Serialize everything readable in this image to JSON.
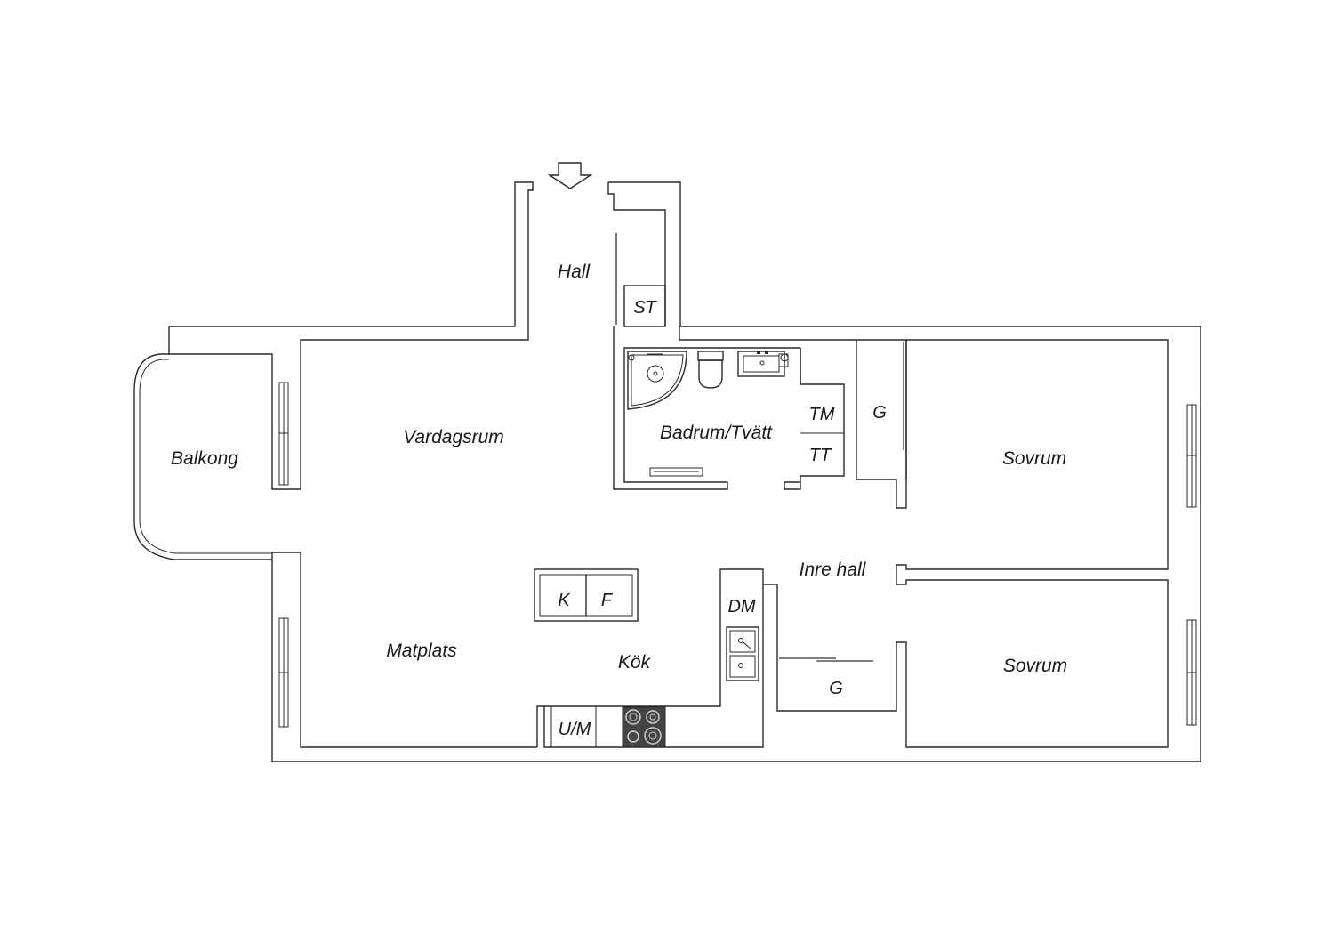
{
  "rooms": {
    "hall": "Hall",
    "st": "ST",
    "balkong": "Balkong",
    "vardagsrum": "Vardagsrum",
    "badrum": "Badrum/Tvätt",
    "tm": "TM",
    "tt": "TT",
    "g_upper": "G",
    "sovrum_upper": "Sovrum",
    "inre_hall": "Inre hall",
    "k": "K",
    "f": "F",
    "dm": "DM",
    "matplats": "Matplats",
    "kok": "Kök",
    "g_lower": "G",
    "sovrum_lower": "Sovrum",
    "um": "U/M"
  },
  "icons": {
    "entrance": "entrance-arrow-icon",
    "stove": "stove-icon",
    "sink": "kitchen-sink-icon",
    "shower": "shower-icon",
    "toilet": "toilet-icon",
    "washbasin": "washbasin-icon"
  },
  "colors": {
    "line": "#2a2a2a",
    "background": "#ffffff",
    "stove": "#444444"
  }
}
